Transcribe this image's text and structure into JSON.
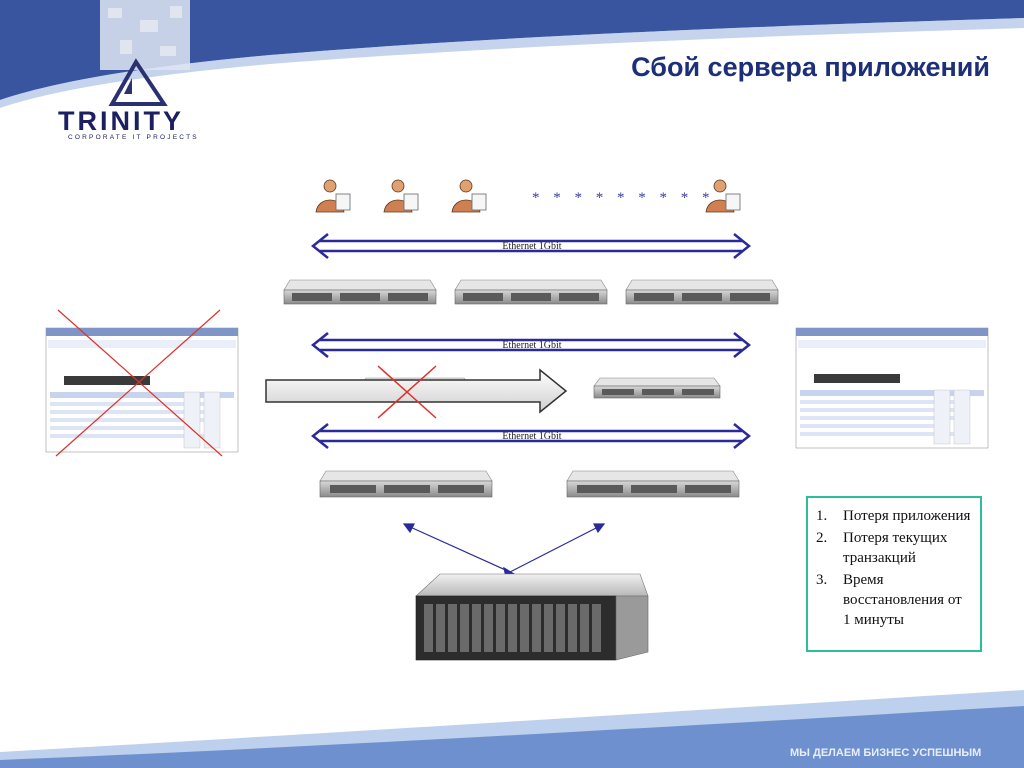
{
  "title": "Сбой сервера приложений",
  "logo": {
    "name": "TRINITY",
    "tagline": "CORPORATE IT PROJECTS"
  },
  "links": [
    {
      "label": "Ethernet 1Gbit"
    },
    {
      "label": "Ethernet 1Gbit"
    },
    {
      "label": "Ethernet 1Gbit"
    }
  ],
  "dots": "* * * * * * * * *",
  "consequences": [
    {
      "num": "1.",
      "text": "Потеря приложения"
    },
    {
      "num": "2.",
      "text": "Потеря текущих транзакций"
    },
    {
      "num": "3.",
      "text": "Время восстановления от 1 минуты"
    }
  ],
  "footer": "МЫ ДЕЛАЕМ БИЗНЕС УСПЕШНЫМ",
  "colors": {
    "brand_blue": "#3a55a0",
    "title": "#1d2f78",
    "arrow": "#2a2a9a",
    "cross": "#e0302a",
    "box_border": "#2bbf9a"
  }
}
